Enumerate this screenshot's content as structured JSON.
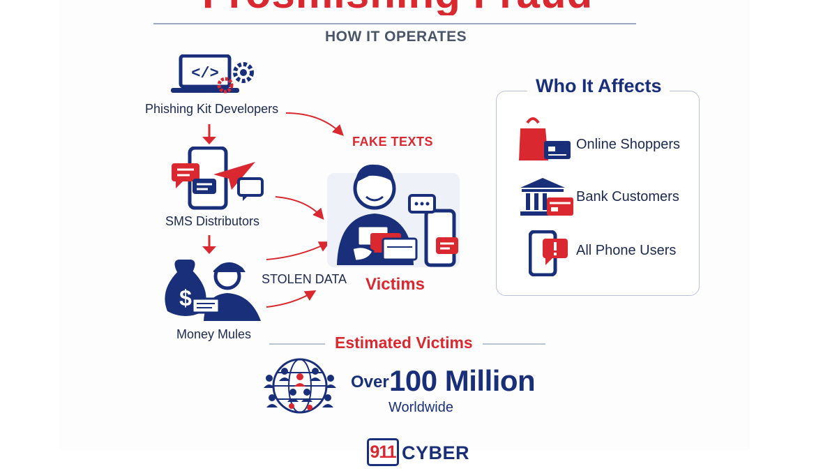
{
  "header": {
    "title": "Frosmishing Fraud",
    "subtitle": "HOW IT OPERATES"
  },
  "flow": {
    "nodes": [
      {
        "label": "Phishing Kit Developers",
        "icon": "laptop-code-gear-icon"
      },
      {
        "label": "SMS Distributors",
        "icon": "phone-sms-send-icon"
      },
      {
        "label": "Money Mules",
        "icon": "money-mule-icon"
      }
    ],
    "fake_texts_label": "FAKE TEXTS",
    "stolen_data_label": "STOLEN DATA",
    "victims_label": "Victims"
  },
  "affects": {
    "title": "Who It Affects",
    "items": [
      {
        "label": "Online Shoppers",
        "icon": "shopping-bag-card-icon"
      },
      {
        "label": "Bank Customers",
        "icon": "bank-card-icon"
      },
      {
        "label": "All Phone Users",
        "icon": "phone-alert-icon"
      }
    ]
  },
  "estimate": {
    "title": "Estimated Victims",
    "prefix": "Over",
    "value": "100 Million",
    "suffix": "Worldwide"
  },
  "logo": {
    "badge": "911",
    "text": "CYBER"
  },
  "colors": {
    "accent_red": "#d9282f",
    "navy": "#1a2f7a",
    "grey": "#4b5568"
  }
}
